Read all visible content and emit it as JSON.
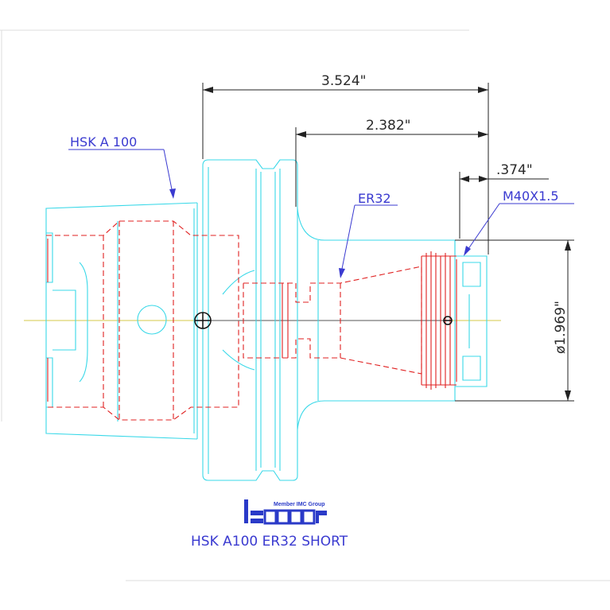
{
  "dimensions": {
    "overall_length": "3.524\"",
    "nose_length": "2.382\"",
    "thread_length": ".374\"",
    "diameter": "ø1.969\""
  },
  "callouts": {
    "shank": "HSK A 100",
    "collet": "ER32",
    "thread": "M40X1.5"
  },
  "logo": {
    "tagline": "Member IMC Group",
    "brand": "ISCAR"
  },
  "title": "HSK A100 ER32 SHORT",
  "colors": {
    "outline": "#38d8e8",
    "hidden": "#e02020",
    "dimension": "#222222",
    "callout": "#3a3ad0"
  }
}
